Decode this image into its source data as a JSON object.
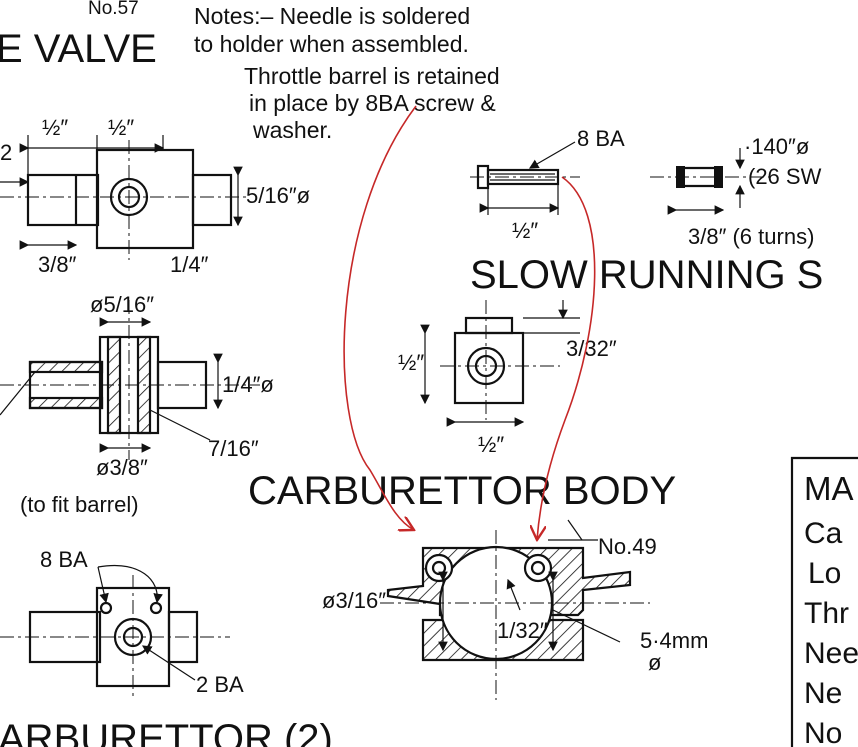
{
  "labels": {
    "number_top": "No.57",
    "valve_title": "E VALVE",
    "notes_line1": "Notes:– Needle is soldered",
    "notes_line2": "to holder when assembled.",
    "notes_line3": "Throttle barrel is retained",
    "notes_line4": "in place by 8BA screw &",
    "notes_line5": "washer.",
    "dim_half_a": "½″",
    "dim_half_b": "½″",
    "dim_5_16_phi": "5/16″ø",
    "dim_3_8_a": "3/8″",
    "dim_1_4": "1/4″",
    "left_cut_2": "2",
    "phi_5_16": "ø5/16″",
    "dim_1_4_phi": "1/4″ø",
    "dim_7_16": "7/16″",
    "phi_3_8": "ø3/8″",
    "to_fit_barrel": "(to fit barrel)",
    "screw_8ba": "8 BA",
    "dim_half_screw": "½″",
    "dim_140": "·140″ø",
    "dim_26swg": "(26 SW",
    "dim_3_8_turns": "3/8″ (6 turns)",
    "slow_running_title": "SLOW RUNNING S",
    "dim_half_body_v": "½″",
    "dim_3_32": "3/32″",
    "dim_half_body_h": "½″",
    "carb_body_title": "CARBURETTOR BODY",
    "bottom_8ba": "8 BA",
    "bottom_2ba": "2 BA",
    "phi_3_16": "ø3/16″",
    "no_49": "No.49",
    "dim_1_32": "1/32″",
    "dim_5_4mm": "5·4mm",
    "phi_small": "ø",
    "bottom_title": "ARBURETTOR (2)",
    "table_rows": [
      "MA",
      "Ca",
      "Lo",
      "Thr",
      "Nee",
      "Ne",
      "No"
    ]
  }
}
